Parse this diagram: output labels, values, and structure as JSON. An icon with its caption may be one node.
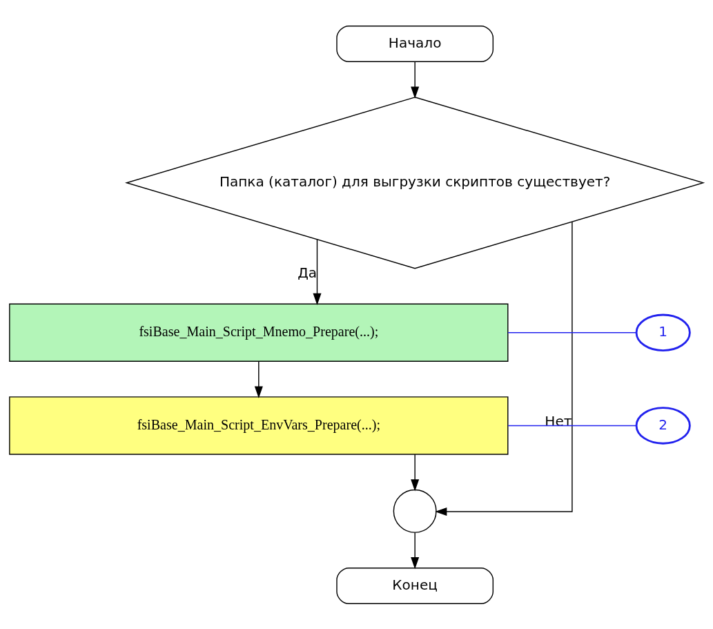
{
  "diagram": {
    "nodes": [
      {
        "text": [
          "Начало"
        ]
      },
      {
        "text": [
          "Папка (каталог) для выгрузки скриптов существует?"
        ]
      },
      {
        "text": [
          "fsiBase_Main_Script_Mnemo_Prepare(...);"
        ]
      },
      {
        "text": [
          "fsiBase_Main_Script_EnvVars_Prepare(...);"
        ]
      },
      {
        "text": [],
        "shape": "circle"
      },
      {
        "text": [
          "Конец"
        ]
      },
      {
        "text": [
          "1"
        ]
      },
      {
        "text": [
          "2"
        ]
      }
    ],
    "edges": [
      {
        "from": 0,
        "to": 1,
        "arrow": "to"
      },
      {
        "from": 1,
        "to": 2,
        "arrow": "to",
        "label": "Да"
      },
      {
        "from": 2,
        "to": 3,
        "arrow": "to"
      },
      {
        "from": 3,
        "to": 4,
        "arrow": "to"
      },
      {
        "from": 1,
        "to": 4,
        "arrow": "to",
        "label": "Нет"
      },
      {
        "from": 4,
        "to": 5,
        "arrow": "to"
      },
      {
        "from": 6,
        "to": 2,
        "arrow": "none",
        "color": "#2222ee"
      },
      {
        "from": 7,
        "to": 3,
        "arrow": "none",
        "color": "#2222ee"
      }
    ]
  }
}
